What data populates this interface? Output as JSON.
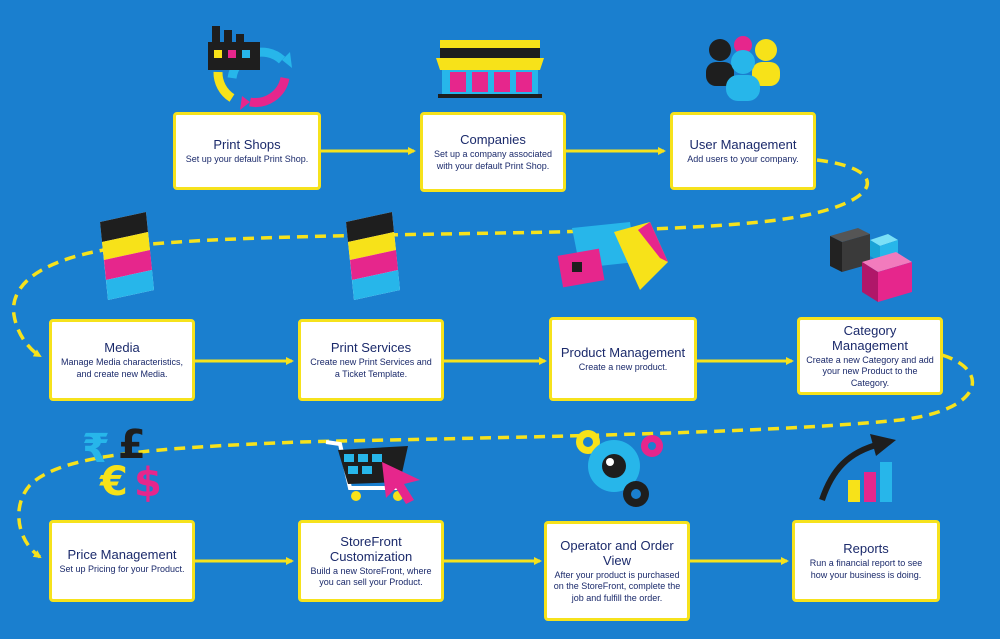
{
  "nodes": [
    {
      "id": "print-shops",
      "title": "Print Shops",
      "desc": "Set up your default Print Shop."
    },
    {
      "id": "companies",
      "title": "Companies",
      "desc": "Set up a company associated with your default Print Shop."
    },
    {
      "id": "user-management",
      "title": "User Management",
      "desc": "Add users to your company."
    },
    {
      "id": "media",
      "title": "Media",
      "desc": "Manage Media characteristics, and create new Media."
    },
    {
      "id": "print-services",
      "title": "Print Services",
      "desc": "Create new Print Services and a Ticket Template."
    },
    {
      "id": "product-management",
      "title": "Product Management",
      "desc": "Create a new product."
    },
    {
      "id": "category-management",
      "title": "Category Management",
      "desc": "Create a new Category and add your new Product to the Category."
    },
    {
      "id": "price-management",
      "title": "Price Management",
      "desc": "Set up Pricing for your Product."
    },
    {
      "id": "storefront-customization",
      "title": "StoreFront Customization",
      "desc": "Build a new StoreFront, where you can sell your Product."
    },
    {
      "id": "operator-order-view",
      "title": "Operator and Order View",
      "desc": "After your product is purchased on the StoreFront, complete the job and fulfill the order."
    },
    {
      "id": "reports",
      "title": "Reports",
      "desc": "Run a financial report to see how your business is doing."
    }
  ],
  "icons": {
    "print-shops": "factory-cycle-icon",
    "companies": "storefront-building-icon",
    "user-management": "users-group-icon",
    "media": "paper-media-icon",
    "print-services": "paper-media-icon",
    "product-management": "product-boxes-icon",
    "category-management": "category-cubes-icon",
    "price-management": "currency-symbols-icon",
    "storefront-customization": "shopping-cart-icon",
    "operator-order-view": "gears-icon",
    "reports": "growth-chart-icon"
  },
  "colors": {
    "background": "#1a7fcf",
    "connector": "#f6e21c",
    "box_border": "#f6e21c",
    "text": "#1b2a6b",
    "cyan": "#27b6ea",
    "magenta": "#e6268c",
    "yellow": "#f7e219",
    "black": "#1e1e1e"
  }
}
